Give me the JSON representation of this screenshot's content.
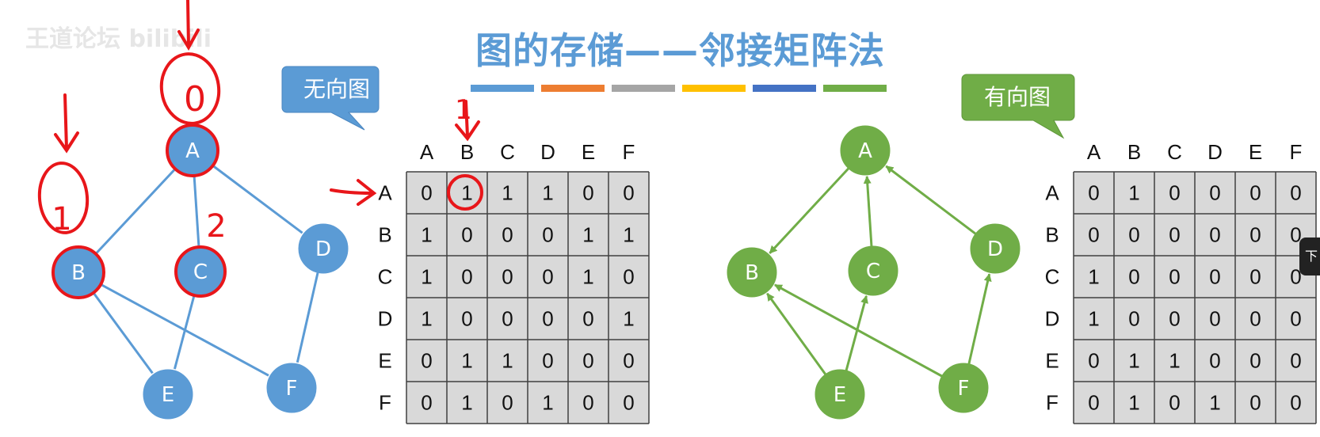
{
  "title": "图的存储——邻接矩阵法",
  "watermark": "王道论坛 bilibili",
  "underline_colors": [
    "#5b9bd5",
    "#ed7d31",
    "#a5a5a5",
    "#ffc000",
    "#4472c4",
    "#70ad47"
  ],
  "undirected": {
    "label": "无向图",
    "color": "#5b9bd5",
    "nodes": [
      "A",
      "B",
      "C",
      "D",
      "E",
      "F"
    ],
    "edges": [
      [
        "A",
        "B"
      ],
      [
        "A",
        "C"
      ],
      [
        "A",
        "D"
      ],
      [
        "B",
        "E"
      ],
      [
        "B",
        "F"
      ],
      [
        "C",
        "E"
      ],
      [
        "D",
        "F"
      ]
    ],
    "matrix": {
      "col_headers": [
        "A",
        "B",
        "C",
        "D",
        "E",
        "F"
      ],
      "row_headers": [
        "A",
        "B",
        "C",
        "D",
        "E",
        "F"
      ],
      "rows": [
        [
          "0",
          "1",
          "1",
          "1",
          "0",
          "0"
        ],
        [
          "1",
          "0",
          "0",
          "0",
          "1",
          "1"
        ],
        [
          "1",
          "0",
          "0",
          "0",
          "1",
          "0"
        ],
        [
          "1",
          "0",
          "0",
          "0",
          "0",
          "1"
        ],
        [
          "0",
          "1",
          "1",
          "0",
          "0",
          "0"
        ],
        [
          "0",
          "1",
          "0",
          "1",
          "0",
          "0"
        ]
      ]
    }
  },
  "directed": {
    "label": "有向图",
    "color": "#70ad47",
    "nodes": [
      "A",
      "B",
      "C",
      "D",
      "E",
      "F"
    ],
    "edges": [
      [
        "A",
        "B"
      ],
      [
        "C",
        "A"
      ],
      [
        "D",
        "A"
      ],
      [
        "E",
        "B"
      ],
      [
        "E",
        "C"
      ],
      [
        "F",
        "B"
      ],
      [
        "F",
        "D"
      ]
    ],
    "matrix": {
      "col_headers": [
        "A",
        "B",
        "C",
        "D",
        "E",
        "F"
      ],
      "row_headers": [
        "A",
        "B",
        "C",
        "D",
        "E",
        "F"
      ],
      "rows": [
        [
          "0",
          "1",
          "0",
          "0",
          "0",
          "0"
        ],
        [
          "0",
          "0",
          "0",
          "0",
          "0",
          "0"
        ],
        [
          "1",
          "0",
          "0",
          "0",
          "0",
          "0"
        ],
        [
          "1",
          "0",
          "0",
          "0",
          "0",
          "0"
        ],
        [
          "0",
          "1",
          "1",
          "0",
          "0",
          "0"
        ],
        [
          "0",
          "1",
          "0",
          "1",
          "0",
          "0"
        ]
      ]
    }
  },
  "annotations": {
    "a_degree": "0",
    "b_degree": "1",
    "c_degree": "2",
    "matrix_cell_mark": "1"
  },
  "side_tab_text": "下"
}
